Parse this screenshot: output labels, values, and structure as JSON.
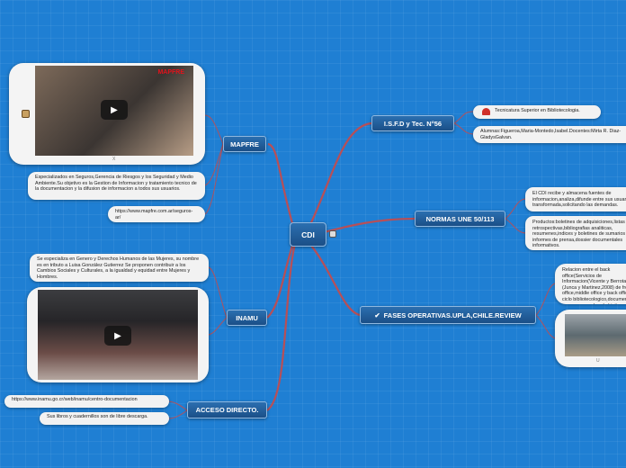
{
  "colors": {
    "background": "#1f7fd3",
    "link": "#c84a4a",
    "node_fill": "#1b4f87"
  },
  "center": {
    "label": "CDI",
    "icon": "robot-icon"
  },
  "nodes": {
    "isfd": "I.S.F.D y Tec. N°56",
    "normas": "NORMAS UNE 50/113",
    "fases": "FASES OPERATIVAS.UPLA,CHILE.REVIEW",
    "fases_icon": "checkmark-icon",
    "mapfre": "MAPFRE",
    "inamu": "INAMU",
    "acceso": "ACCESO DIRECTO."
  },
  "isfd": {
    "leaf1": "Tecnicatura Superior en Bibliotecologia.",
    "leaf1_icon": "mushroom-icon",
    "leaf2": "Alumnas:Figueroa,Maria-Montedo,Isabel.Docentes:Mirta R. Diaz-GladysGalvan."
  },
  "normas": {
    "leaf1": "El CDI recibe y almacena fuentes de informacion,analiza,difunde entre sus usuarios transformada,solicitando las demandas.",
    "leaf2": "Productos:boletines de adquisiciones,listas retrospectivas,bibliografias analiticas, resumenes,indices y boletines de sumarios e informes de prensa,dossier documentales informativos."
  },
  "fases": {
    "leaf1": "Relacion entre el back office(Servicios de Informacion(Vicente y Berrotaran)) (Junca y Martinez,2008) de front office,middle office y back office y ciclo bibliotecologico,documental para comprender el objetivo",
    "media_caption": "U"
  },
  "mapfre": {
    "media_caption": "X",
    "media_logo": "MAPFRE",
    "media_icon": "person-icon",
    "description": "Especializados en Seguros,Gerencia de Riesgos y los Seguridad y Medio Ambiente.Su objetivo es la Gestion de Informacion y tratamiento tecnico de la documentacion y la difusion de informacion a todos sus usuarios.",
    "link": "https://www.mapfre.com.ar/seguros-ar/"
  },
  "inamu": {
    "description": "Se especializa en Genero y Derechos Humanos de las Mujeres, su nombre es en tributo a Luisa González Gutierrez Se proponen contribuir a los Cambios Sociales y Culturales, a la igualdad y equidad entre Mujeres y Hombres."
  },
  "acceso": {
    "link": "https://www.inamu.go.cr/web/inamu/centro-documentacion",
    "note": "Sus libros y cuadernillos son de libre descarga."
  }
}
